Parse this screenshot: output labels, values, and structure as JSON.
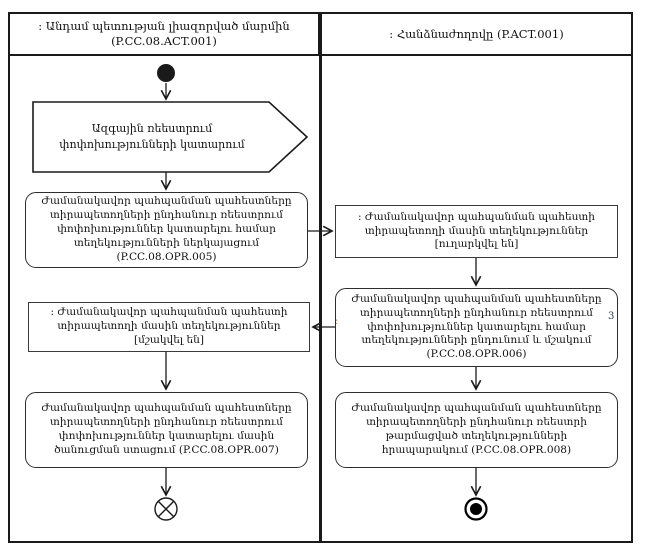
{
  "diagram": {
    "type": "uml-activity-swimlane",
    "lanes": [
      {
        "title": ": Անդամ պետության լիազորված մարմին (P.CC.08.ACT.001)"
      },
      {
        "title": ": Հանձնաժողովը (P.ACT.001)"
      }
    ],
    "nodes": {
      "signal": {
        "label": "Ազգային ռեեստրում փոփոխությունների կատարում",
        "shape": "send-signal"
      },
      "opr005": {
        "label": "Ժամանակավոր պահպանման պահեստները տիրապետողների ընդհանուր ռեեստրում փոփոխություններ կատարելու համար տեղեկությունների ներկայացում (P.CC.08.OPR.005)",
        "shape": "activity"
      },
      "obj_sent": {
        "label": ": Ժամանակավոր պահպանման պահեստի տիրապետողի մասին տեղեկություններ [ուղարկվել են]",
        "shape": "object"
      },
      "opr006": {
        "label": "Ժամանակավոր պահպանման պահեստները տիրապետողների ընդհանուր ռեեստրում փոփոխություններ կատարելու համար տեղեկությունների ընդունում և մշակում (P.CC.08.OPR.006)",
        "shape": "activity"
      },
      "obj_processed": {
        "label": ": Ժամանակավոր պահպանման պահեստի տիրապետողի մասին տեղեկություններ [մշակվել են]",
        "shape": "object"
      },
      "opr007": {
        "label": "Ժամանակավոր պահպանման պահեստները տիրապետողների ընդհանուր ռեեստրում փոփոխություններ կատարելու մասին ծանուցման ստացում (P.CC.08.OPR.007)",
        "shape": "activity"
      },
      "opr008": {
        "label": "Ժամանակավոր պահպանման պահեստները տիրապետողների ընդհանուր ռեեստրի թարմացված տեղեկությունների հրապարակում (P.CC.08.OPR.008)",
        "shape": "activity"
      },
      "initial": {
        "shape": "initial-node"
      },
      "flow_final": {
        "shape": "flow-final-node"
      },
      "activity_final": {
        "shape": "activity-final-node"
      }
    },
    "artifacts": {
      "left_mark": ":",
      "right_mark": "3"
    },
    "colors": {
      "line": "#1a1a1a",
      "fill": "#ffffff",
      "artifact_left": "#c07f1f",
      "artifact_right": "#2c3550"
    }
  }
}
